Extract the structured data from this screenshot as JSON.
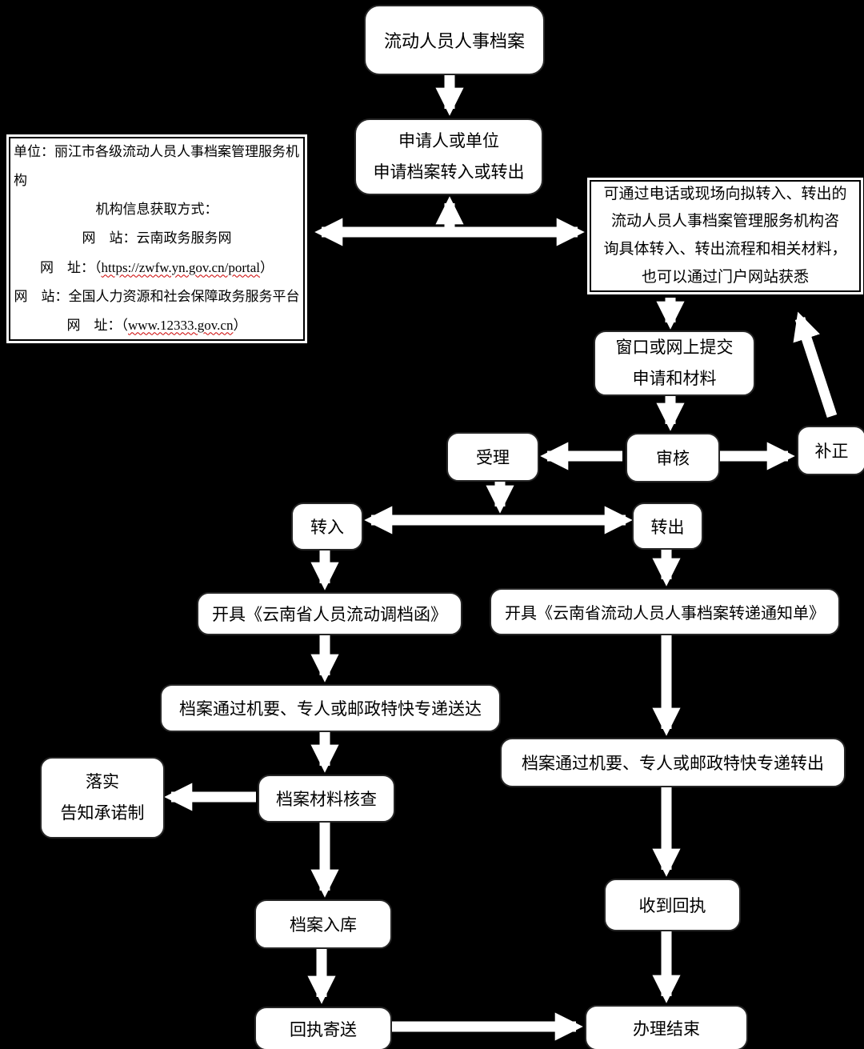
{
  "page": {
    "background": "#000000",
    "box_fill": "#ffffff",
    "text_color": "#000000",
    "underline_color": "#cc0000"
  },
  "nodes": {
    "archive_title": "流动人员人事档案",
    "apply": "申请人或单位\n申请档案转入或转出",
    "consult_note": "可通过电话或现场向拟转入、转出的\n流动人员人事档案管理服务机构咨\n询具体转入、转出流程和相关材料，\n也可以通过门户网站获悉",
    "submit": "窗口或网上提交\n申请和材料",
    "review": "审核",
    "accept": "受理",
    "supplement": "补正",
    "transfer_in": "转入",
    "transfer_out": "转出",
    "issue_in": "开具《云南省人员流动调档函》",
    "issue_out": "开具《云南省流动人员人事档案转递通知单》",
    "deliver_in": "档案通过机要、专人或邮政特快专递送达",
    "verify": "档案材料核查",
    "promise": "落实\n告知承诺制",
    "storage": "档案入库",
    "receipt_send": "回执寄送",
    "deliver_out": "档案通过机要、专人或邮政特快专递转出",
    "receipt_recv": "收到回执",
    "done": "办理结束"
  },
  "info_box": {
    "line_unit": "单位：丽江市各级流动人员人事档案管理服务机构",
    "line_how": "机构信息获取方式：",
    "site1_label": "网　站：云南政务服务网",
    "url1_prefix": "网　址：（",
    "url1": "https://zwfw.yn.gov.cn/portal",
    "url1_suffix": "）",
    "site2_label": "网　站：全国人力资源和社会保障政务服务平台",
    "url2_prefix": "网　址：（",
    "url2": "www.12333.gov.cn",
    "url2_suffix": "）"
  }
}
